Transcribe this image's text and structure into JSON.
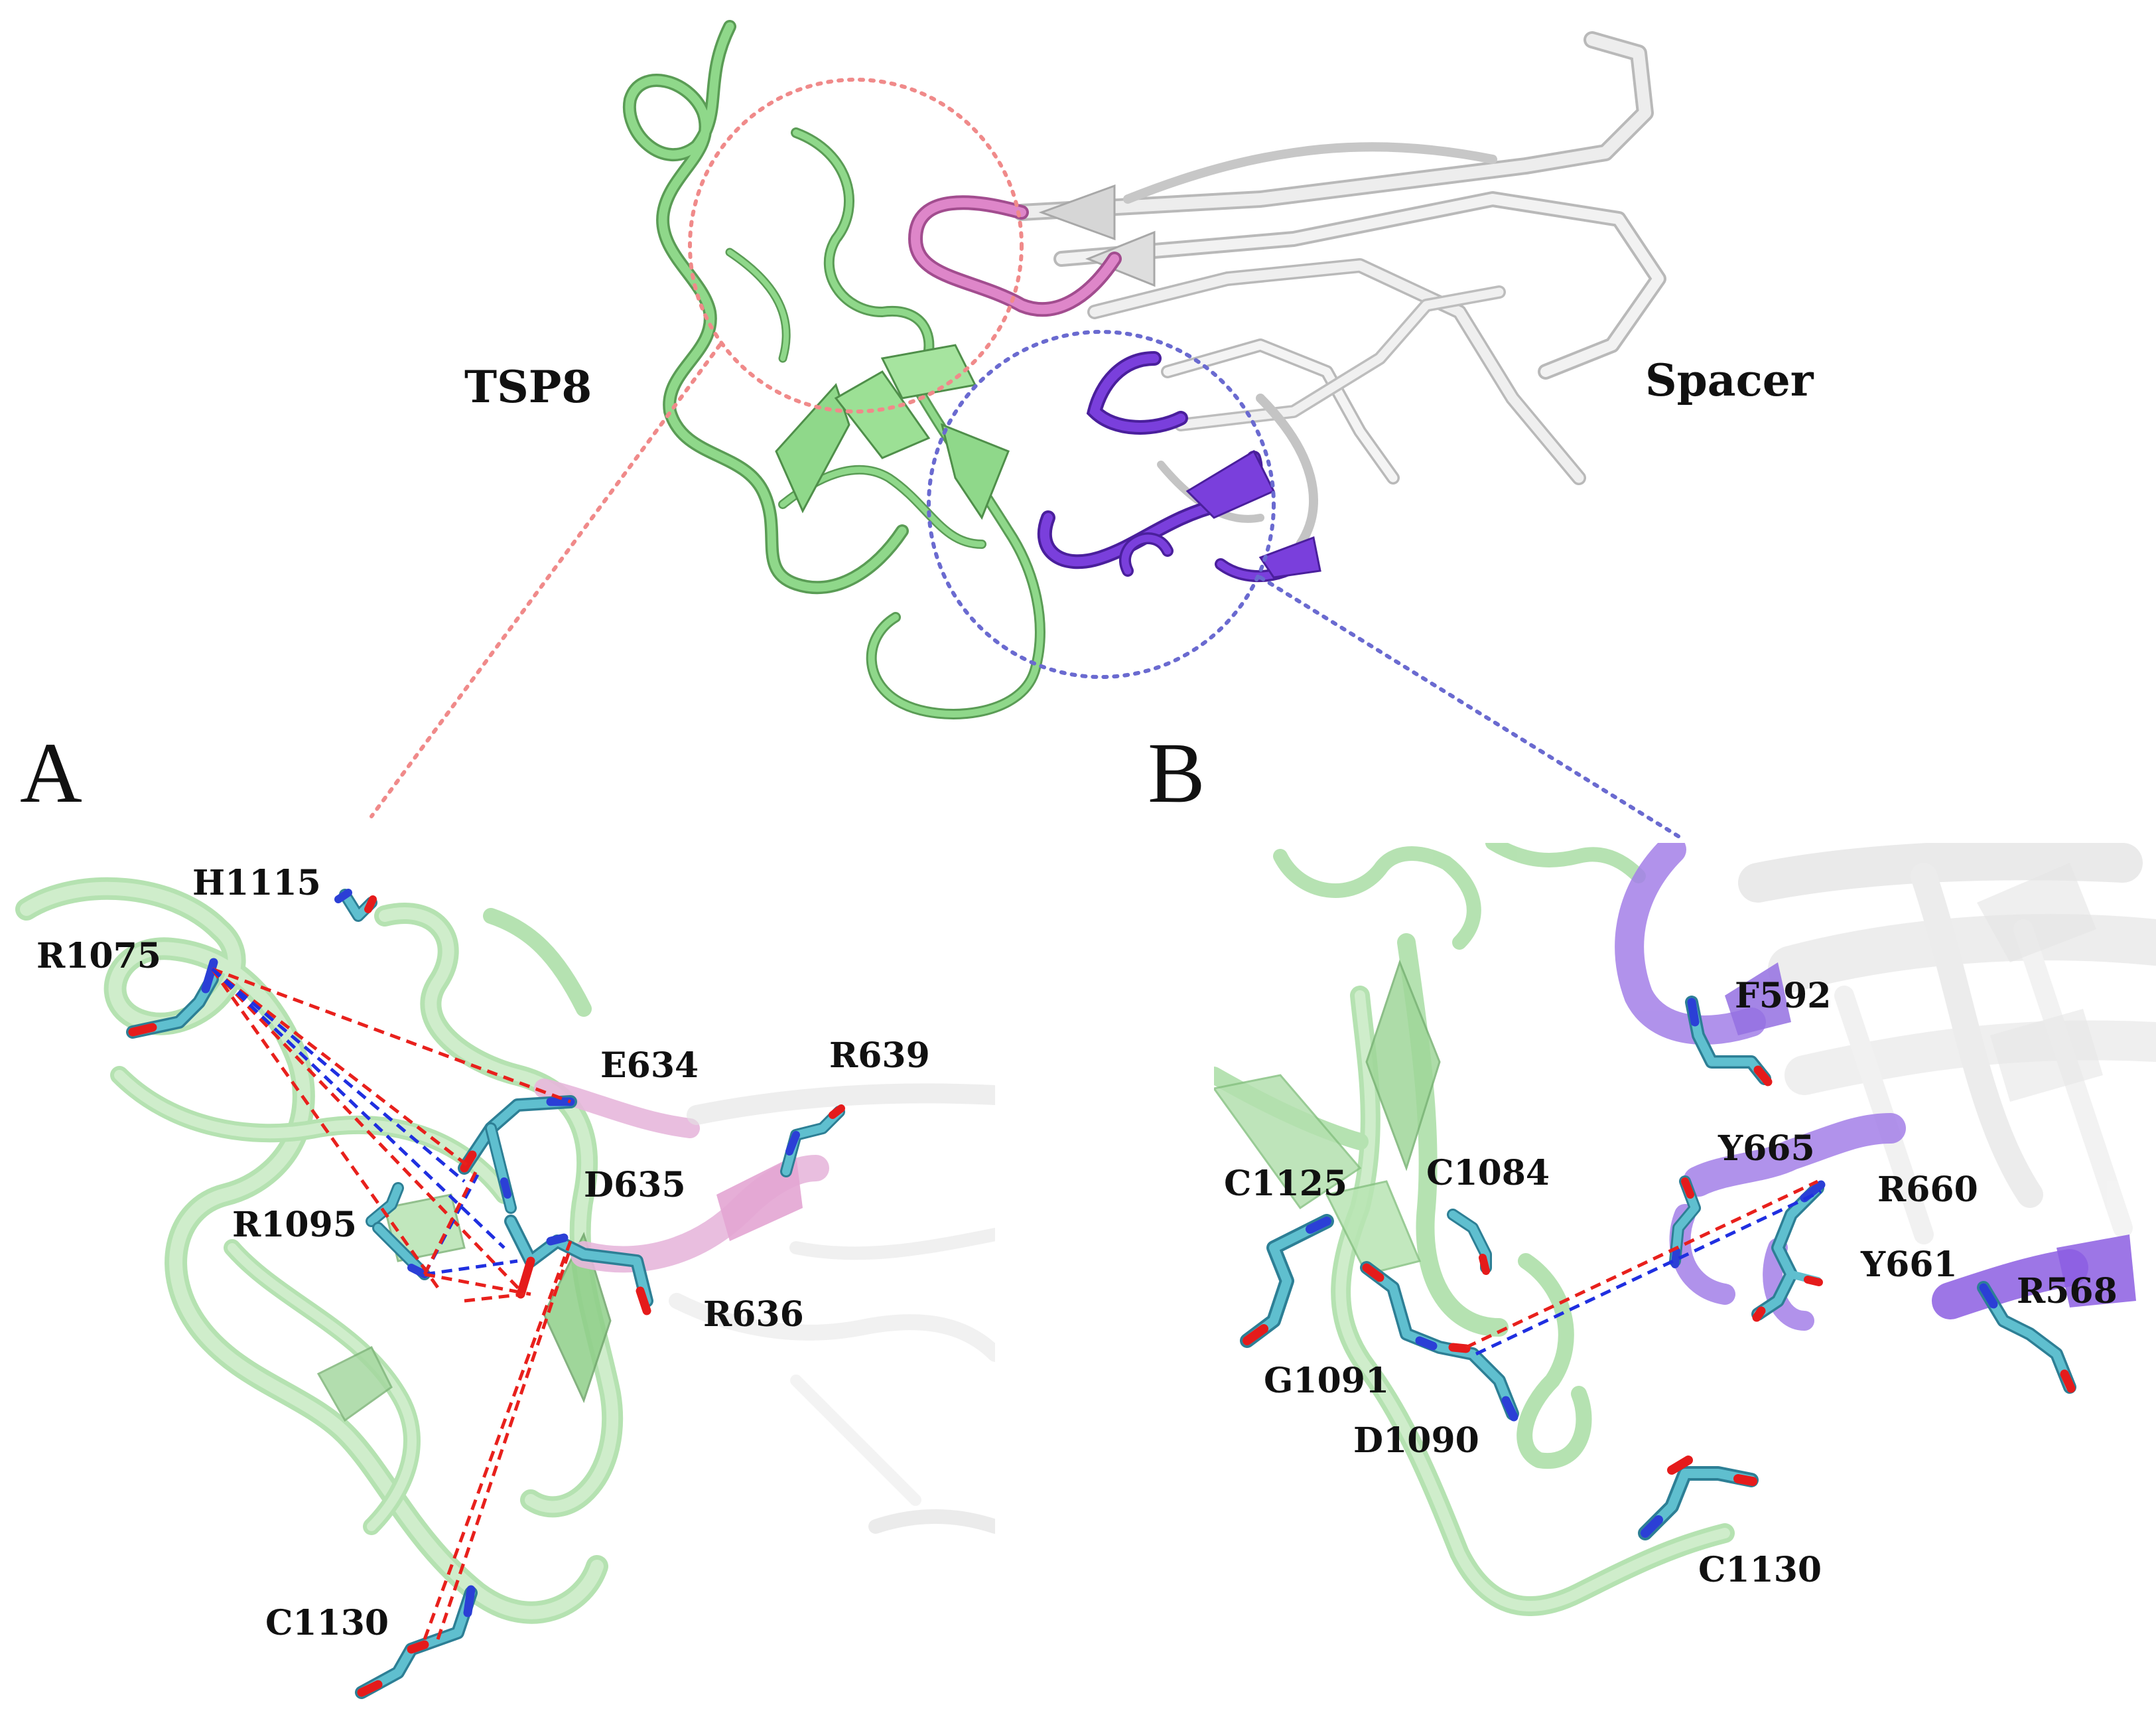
{
  "overview": {
    "domains": {
      "left": "TSP8",
      "right": "Spacer"
    }
  },
  "panels": {
    "a": {
      "letter": "A",
      "residues": [
        "H1115",
        "R1075",
        "E634",
        "R639",
        "D635",
        "R1095",
        "R636",
        "C1130"
      ]
    },
    "b": {
      "letter": "B",
      "residues": [
        "F592",
        "C1125",
        "C1084",
        "Y665",
        "R660",
        "Y661",
        "R568",
        "G1091",
        "D1090",
        "C1130"
      ]
    }
  },
  "colors": {
    "tsp8_ribbon": "#8fd88a",
    "spacer_ribbon": "#e4e4e4",
    "pink_region": "#de86c9",
    "purple_region": "#7a3fdc",
    "stick_carbon": "#5fbfcf",
    "stick_oxygen": "#e51b1b",
    "stick_nitrogen": "#2b3fd6",
    "hbond_red": "#e8201c",
    "hbond_blue": "#1f2fe0",
    "zoom_circle_a": "#f08a8a",
    "zoom_circle_b": "#6a6ad0"
  }
}
